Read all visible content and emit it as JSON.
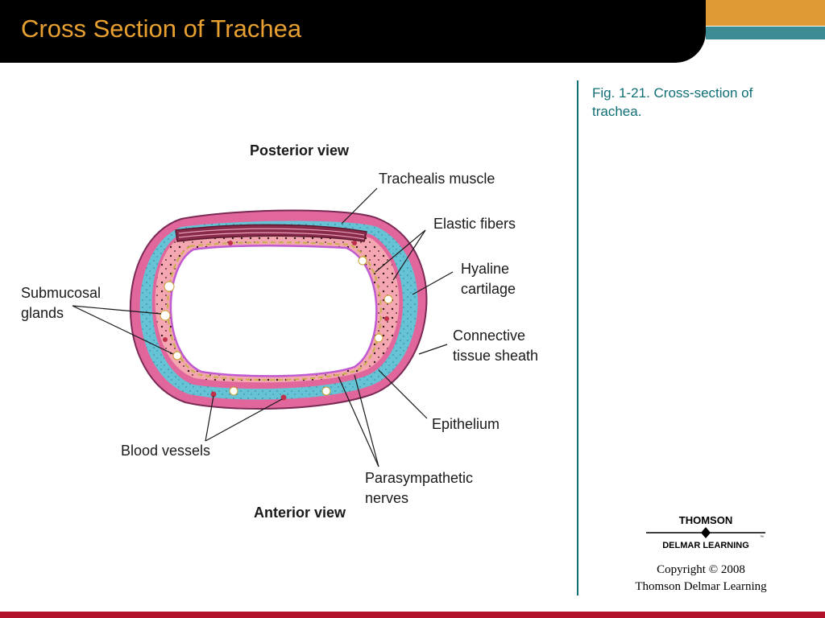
{
  "header": {
    "title": "Cross Section of Trachea"
  },
  "caption": {
    "line1": "Fig. 1-21. Cross-section of",
    "line2": "trachea."
  },
  "diagram": {
    "posterior": "Posterior view",
    "anterior": "Anterior view",
    "labels": {
      "trachealis": "Trachealis muscle",
      "elastic": "Elastic fibers",
      "hyaline_1": "Hyaline",
      "hyaline_2": "cartilage",
      "submucosal_1": "Submucosal",
      "submucosal_2": "glands",
      "connective_1": "Connective",
      "connective_2": "tissue sheath",
      "epithelium": "Epithelium",
      "blood": "Blood vessels",
      "parasym_1": "Parasympathetic",
      "parasym_2": "nerves"
    }
  },
  "logo": {
    "top": "THOMSON",
    "bottom": "DELMAR LEARNING",
    "tm": "™"
  },
  "copyright": {
    "line1": "Copyright © 2008",
    "line2": "Thomson Delmar Learning"
  },
  "colors": {
    "title": "#e8a030",
    "teal": "#0f6e74",
    "footer": "#b2132a",
    "cartilage": "#66c3d6",
    "mucosa": "#f4a7b1",
    "sheath": "#e0669b"
  }
}
